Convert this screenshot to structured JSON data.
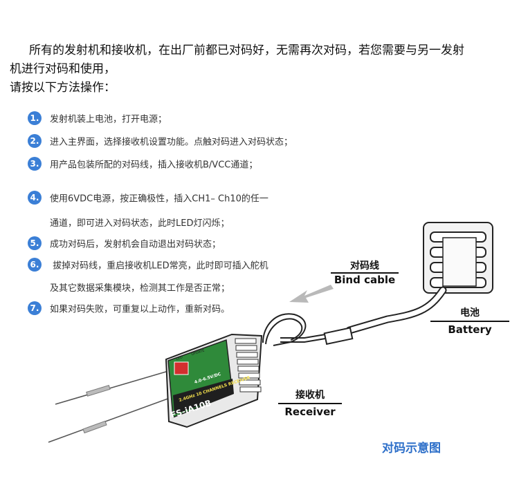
{
  "intro": {
    "line1": "所有的发射机和接收机，在出厂前都已对码好，无需再次对码，若您需要与另一发射",
    "line2": "机进行对码和使用，",
    "line3": "请按以下方法操作："
  },
  "steps": [
    {
      "num": "1.",
      "text": "发射机装上电池，打开电源；"
    },
    {
      "num": "2.",
      "text": "进入主界面，选择接收机设置功能。点触对码进入对码状态；"
    },
    {
      "num": "3.",
      "text": "用产品包装所配的对码线，插入接收机B/VCC通道；"
    },
    {
      "num": "4.",
      "text": "使用6VDC电源，按正确极性，插入CH1– Ch10的任一",
      "cont": "通道，即可进入对码状态，此时LED灯闪烁；"
    },
    {
      "num": "5.",
      "text": "成功对码后，发射机会自动退出对码状态；"
    },
    {
      "num": "6.",
      "text": " 拔掉对码线，重启接收机LED常亮，此时即可插入舵机",
      "cont": "及其它数据采集模块，检测其工作是否正常；"
    },
    {
      "num": "7.",
      "text": "如果对码失败，可重复以上动作，重新对码。"
    }
  ],
  "diagram": {
    "bind_cn": "对码线",
    "bind_en": "Bind cable",
    "battery_cn": "电池",
    "battery_en": "Battery",
    "receiver_cn": "接收机",
    "receiver_en": "Receiver",
    "label_model": "FS-iA10B",
    "label_freq": "2.4GHz 10 CHANNELS RECEIVER",
    "label_volt": "4.0-6.5V/DC",
    "label_led": "LED",
    "label_update": "UPDATE"
  },
  "caption": "对码示意图",
  "colors": {
    "accent": "#3b7fd6",
    "receiver_green": "#2f8a3a",
    "caption_blue": "#2d6fc9"
  }
}
